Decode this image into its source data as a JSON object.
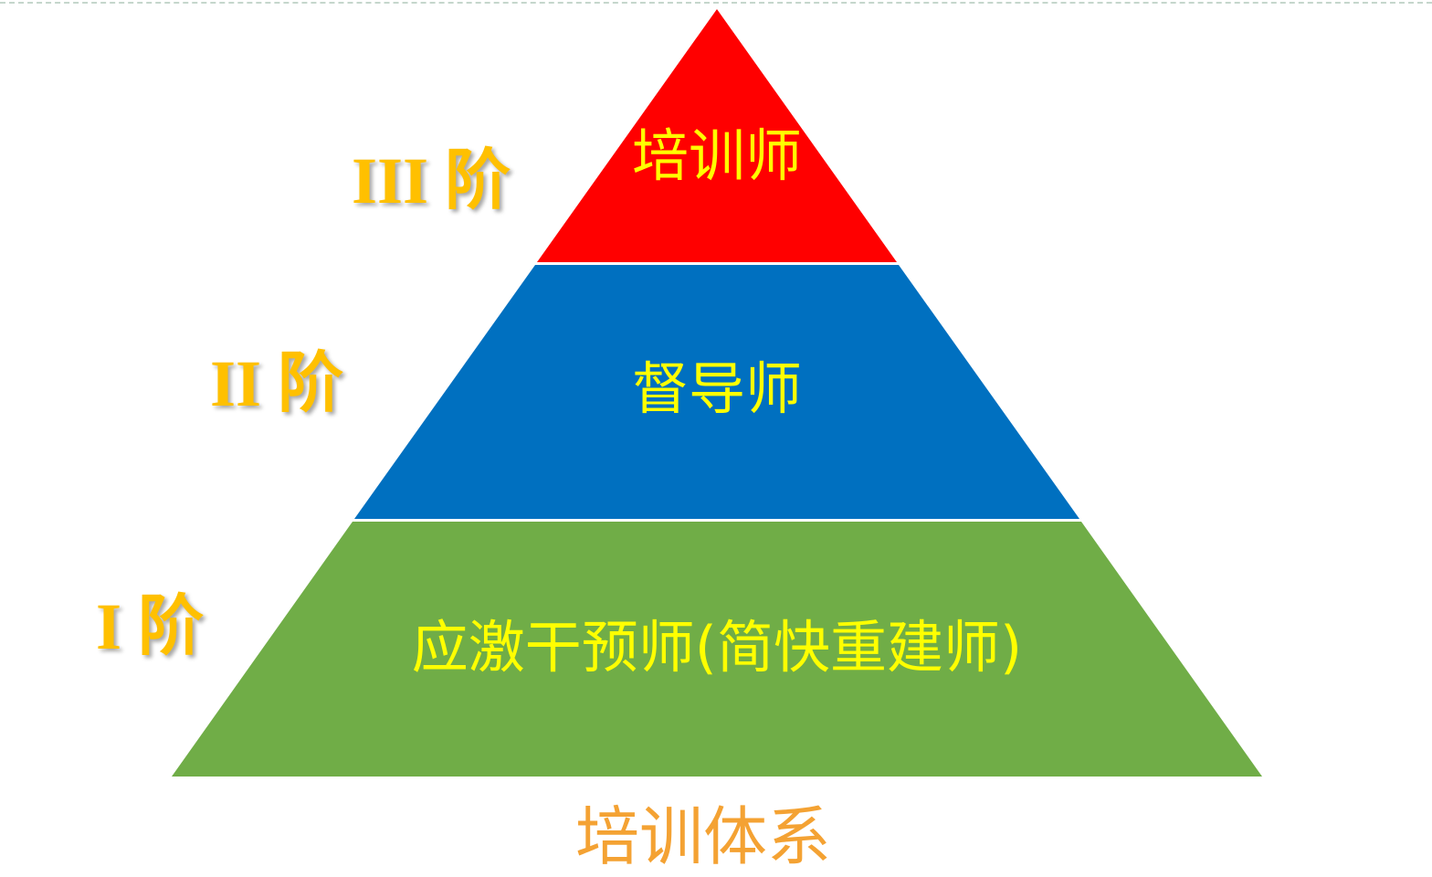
{
  "title": "培训体系",
  "tiers": [
    {
      "level": "III 阶",
      "label": "培训师",
      "color": "#ff0000"
    },
    {
      "level": "II 阶",
      "label": "督导师",
      "color": "#0070c0"
    },
    {
      "level": "I 阶",
      "label": "应激干预师(简快重建师)",
      "color": "#70ad47"
    }
  ]
}
